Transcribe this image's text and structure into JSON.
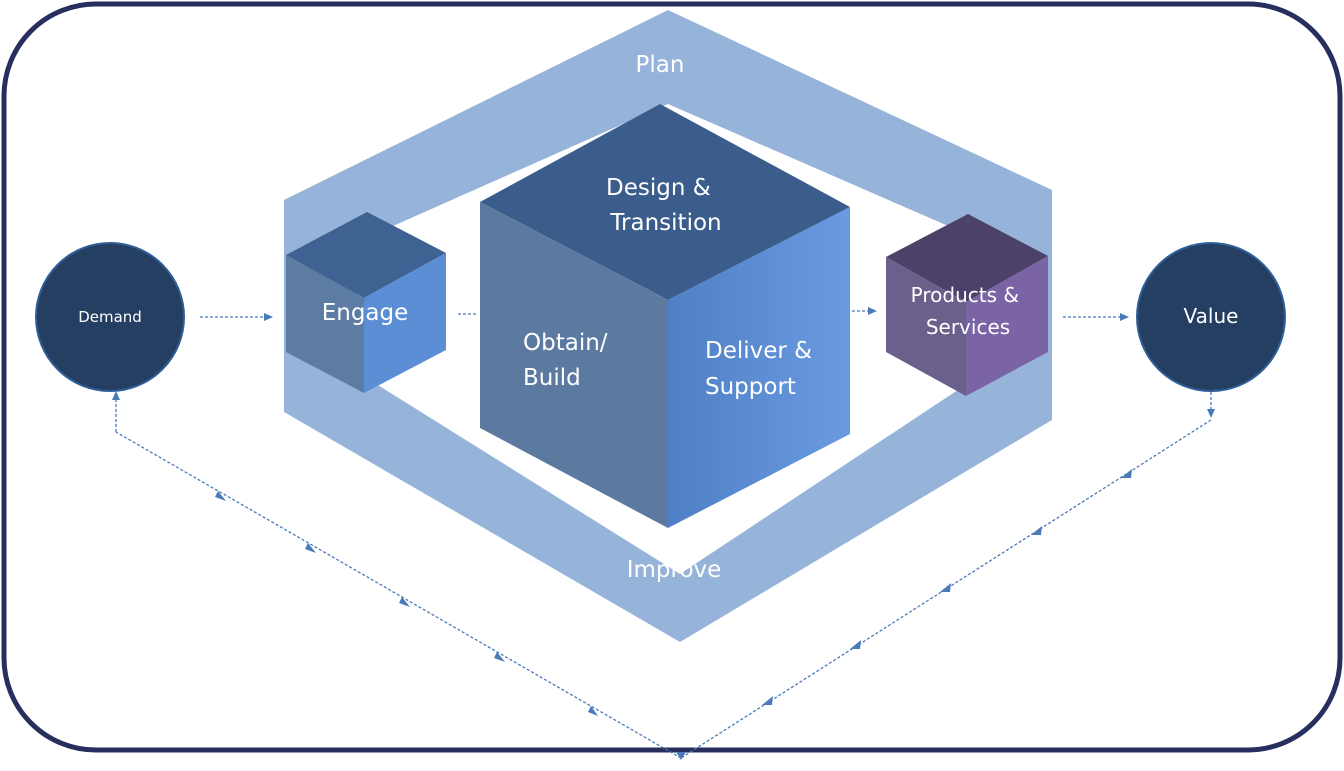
{
  "diagram": {
    "ring": {
      "top_label": "Plan",
      "bottom_label": "Improve"
    },
    "stages": {
      "engage": "Engage",
      "design_top": [
        "Design &",
        "Transition"
      ],
      "obtain_left": [
        "Obtain/",
        "Build"
      ],
      "deliver_right": [
        "Deliver &",
        "Support"
      ],
      "products": [
        "Products &",
        "Services"
      ]
    },
    "nodes": {
      "demand": "Demand",
      "value": "Value"
    }
  },
  "colors": {
    "frame": "#262f5e",
    "ring": "#96b3d9",
    "navy": "#243f62",
    "cube_top": "#3b5d8c",
    "cube_left": "#5c7aa0",
    "cube_right": "#5b8fd6",
    "purple_top": "#4c4168",
    "purple_left": "#6b5f8c",
    "purple_right": "#7a64a6",
    "arrow": "#4a7ab8"
  }
}
